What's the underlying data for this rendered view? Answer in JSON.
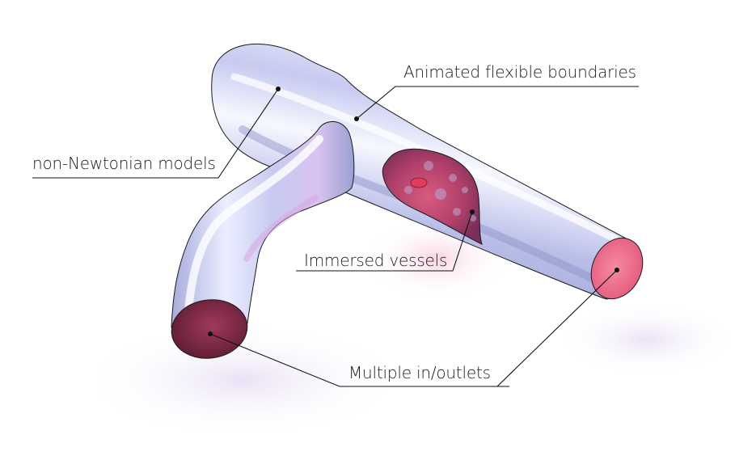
{
  "callouts": {
    "animated_boundaries": "Animated flexible boundaries",
    "non_newtonian": "non-Newtonian models",
    "immersed_vessels": "Immersed vessels",
    "multiple_inlets": "Multiple in/outlets"
  },
  "colors": {
    "vessel_body": "#c9cdf2",
    "vessel_highlight": "#f4f5ff",
    "vessel_shadow": "#8f94c9",
    "outlet_right": "#f07a93",
    "inlet_left": "#7a2a44",
    "immersed_interior": "#c9456a",
    "leader_line": "#111111"
  }
}
